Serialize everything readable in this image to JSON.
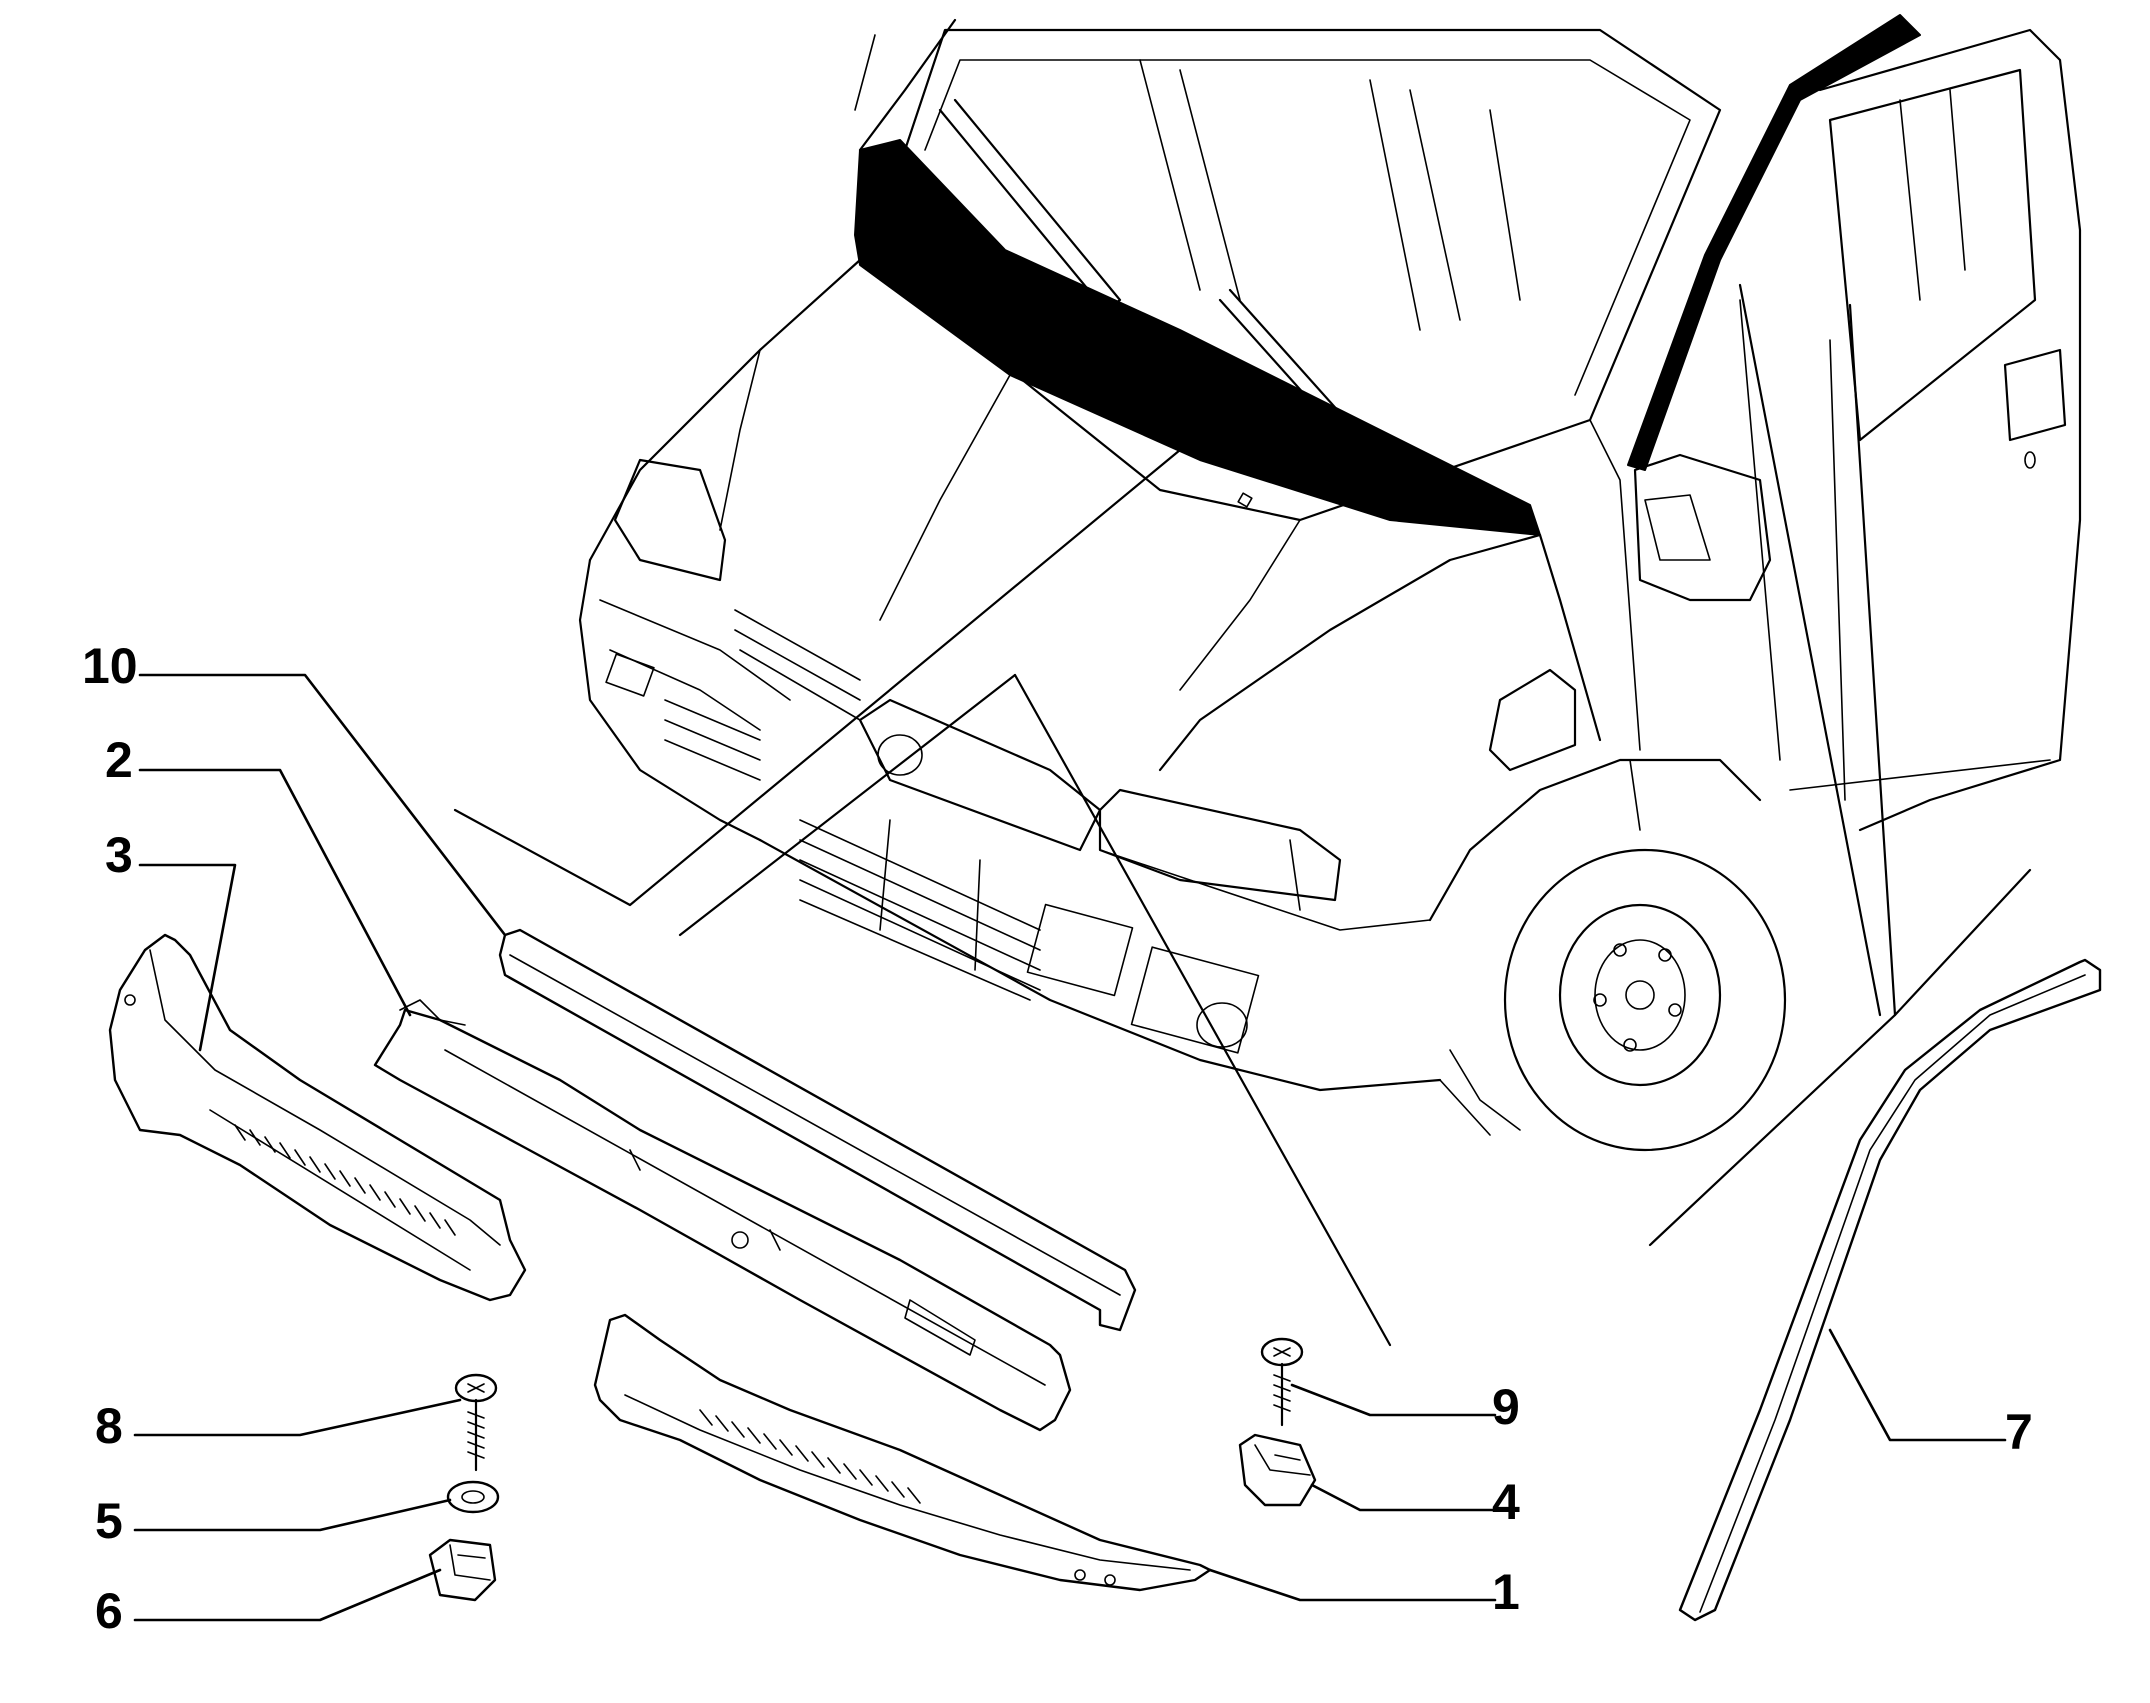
{
  "callouts": {
    "c1": "1",
    "c2": "2",
    "c3": "3",
    "c4": "4",
    "c5": "5",
    "c6": "6",
    "c7": "7",
    "c8": "8",
    "c9": "9",
    "c10": "10"
  },
  "colors": {
    "line": "#000000",
    "background": "#ffffff",
    "highlight": "#000000"
  }
}
